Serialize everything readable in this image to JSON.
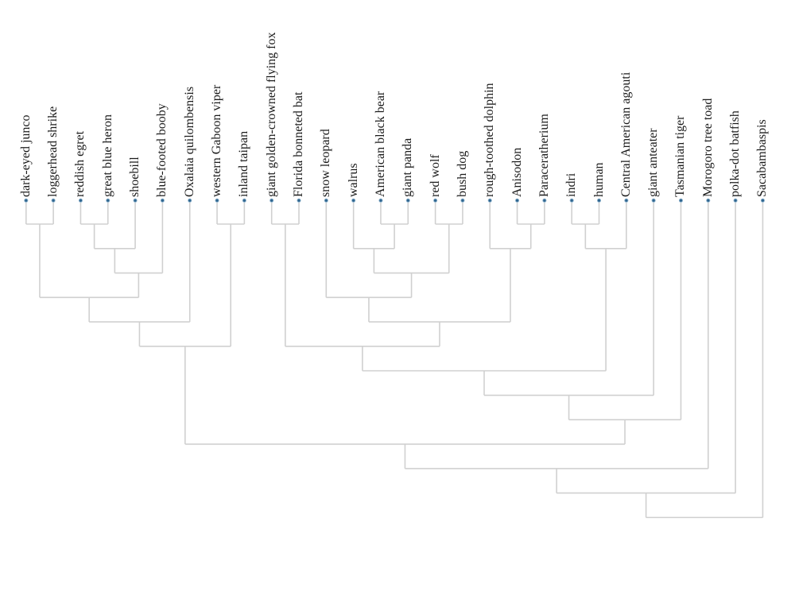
{
  "figure": {
    "kind": "phylogenetic cladogram",
    "description": "Rectangular phylogenetic tree with vertical taxon labels along the top; branches descend and join at successive depth levels; no axis, title or other chrome is shown.",
    "colors": {
      "background": "#ffffff",
      "branch": "#d0d0d0",
      "tip_dot_fill": "#2f6690",
      "tip_dot_ring": "#8fb3cd",
      "label_text": "#1b1b1b"
    }
  },
  "chart_data": {
    "type": "cladogram",
    "orientation": "tips-at-top, root-at-bottom",
    "leaves": [
      "dark-eyed junco",
      "loggerhead shrike",
      "reddish egret",
      "great blue heron",
      "shoebill",
      "blue-footed booby",
      "Oxalaia quilombensis",
      "western Gaboon viper",
      "inland taipan",
      "giant golden-crowned flying fox",
      "Florida bonneted bat",
      "snow leopard",
      "walrus",
      "American black bear",
      "giant panda",
      "red wolf",
      "bush dog",
      "rough-toothed dolphin",
      "Anisodon",
      "Paraceratherium",
      "indri",
      "human",
      "Central American agouti",
      "giant anteater",
      "Tasmanian tiger",
      "Morogoro tree toad",
      "polka-dot batfish",
      "Sacabambaspis"
    ],
    "tree": {
      "l": 13,
      "c": [
        {
          "l": 12,
          "c": [
            {
              "l": 11,
              "c": [
                {
                  "l": 10,
                  "c": [
                    {
                      "l": 6,
                      "c": [
                        {
                          "l": 5,
                          "c": [
                            {
                              "l": 4,
                              "c": [
                                {
                                  "l": 1,
                                  "c": [
                                    "dark-eyed junco",
                                    "loggerhead shrike"
                                  ]
                                },
                                {
                                  "l": 3,
                                  "c": [
                                    {
                                      "l": 2,
                                      "c": [
                                        {
                                          "l": 1,
                                          "c": [
                                            "reddish egret",
                                            "great blue heron"
                                          ]
                                        },
                                        "shoebill"
                                      ]
                                    },
                                    "blue-footed booby"
                                  ]
                                }
                              ]
                            },
                            "Oxalaia quilombensis"
                          ]
                        },
                        {
                          "l": 1,
                          "c": [
                            "western Gaboon viper",
                            "inland taipan"
                          ]
                        }
                      ]
                    },
                    {
                      "l": 9,
                      "c": [
                        {
                          "l": 8,
                          "c": [
                            {
                              "l": 7,
                              "c": [
                                {
                                  "l": 6,
                                  "c": [
                                    {
                                      "l": 1,
                                      "c": [
                                        "giant golden-crowned flying fox",
                                        "Florida bonneted bat"
                                      ]
                                    },
                                    {
                                      "l": 5,
                                      "c": [
                                        {
                                          "l": 4,
                                          "c": [
                                            "snow leopard",
                                            {
                                              "l": 3,
                                              "c": [
                                                {
                                                  "l": 2,
                                                  "c": [
                                                    "walrus",
                                                    {
                                                      "l": 1,
                                                      "c": [
                                                        "American black bear",
                                                        "giant panda"
                                                      ]
                                                    }
                                                  ]
                                                },
                                                {
                                                  "l": 1,
                                                  "c": [
                                                    "red wolf",
                                                    "bush dog"
                                                  ]
                                                }
                                              ]
                                            }
                                          ]
                                        },
                                        {
                                          "l": 2,
                                          "c": [
                                            "rough-toothed dolphin",
                                            {
                                              "l": 1,
                                              "c": [
                                                "Anisodon",
                                                "Paraceratherium"
                                              ]
                                            }
                                          ]
                                        }
                                      ]
                                    }
                                  ]
                                },
                                {
                                  "l": 2,
                                  "c": [
                                    {
                                      "l": 1,
                                      "c": [
                                        "indri",
                                        "human"
                                      ]
                                    },
                                    "Central American agouti"
                                  ]
                                }
                              ]
                            },
                            "giant anteater"
                          ]
                        },
                        "Tasmanian tiger"
                      ]
                    }
                  ]
                },
                "Morogoro tree toad"
              ]
            },
            "polka-dot batfish"
          ]
        },
        "Sacabambaspis"
      ]
    }
  }
}
